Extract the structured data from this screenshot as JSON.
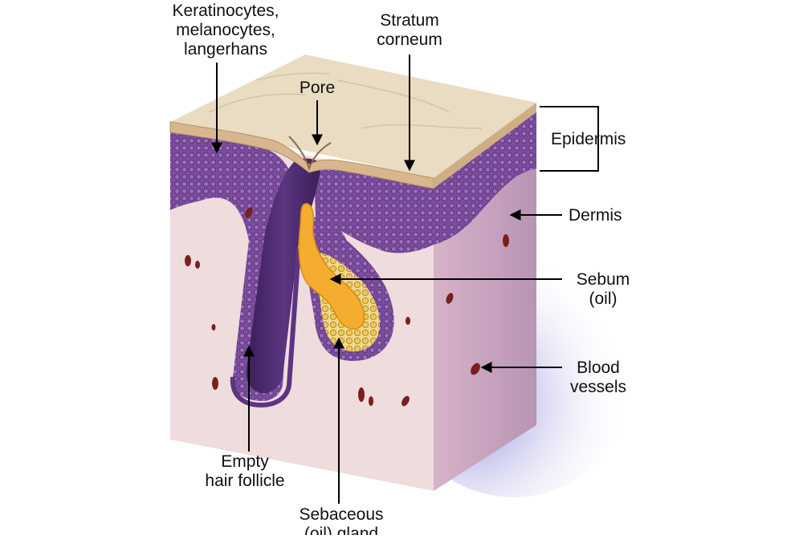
{
  "colors": {
    "top_face": "#e8d9bf",
    "front_dermis": "#efd9da",
    "side_dermis": "#c9a8c0",
    "epidermis": "#7d4e9c",
    "epidermis_dark": "#4f2b6e",
    "sebum": "#f4b73a",
    "gland": "#e9c76a",
    "blood": "#7a1f1f",
    "shadow": "#8a87d8"
  },
  "labels": {
    "keratinocytes": [
      "Keratinocytes,",
      "melanocytes,",
      "langerhans"
    ],
    "stratum": [
      "Stratum",
      "corneum"
    ],
    "pore": "Pore",
    "epidermis": "Epidermis",
    "dermis": "Dermis",
    "sebum": [
      "Sebum",
      "(oil)"
    ],
    "blood": [
      "Blood",
      "vessels"
    ],
    "follicle": [
      "Empty",
      "hair follicle"
    ],
    "gland": [
      "Sebaceous",
      "(oil) gland"
    ]
  }
}
